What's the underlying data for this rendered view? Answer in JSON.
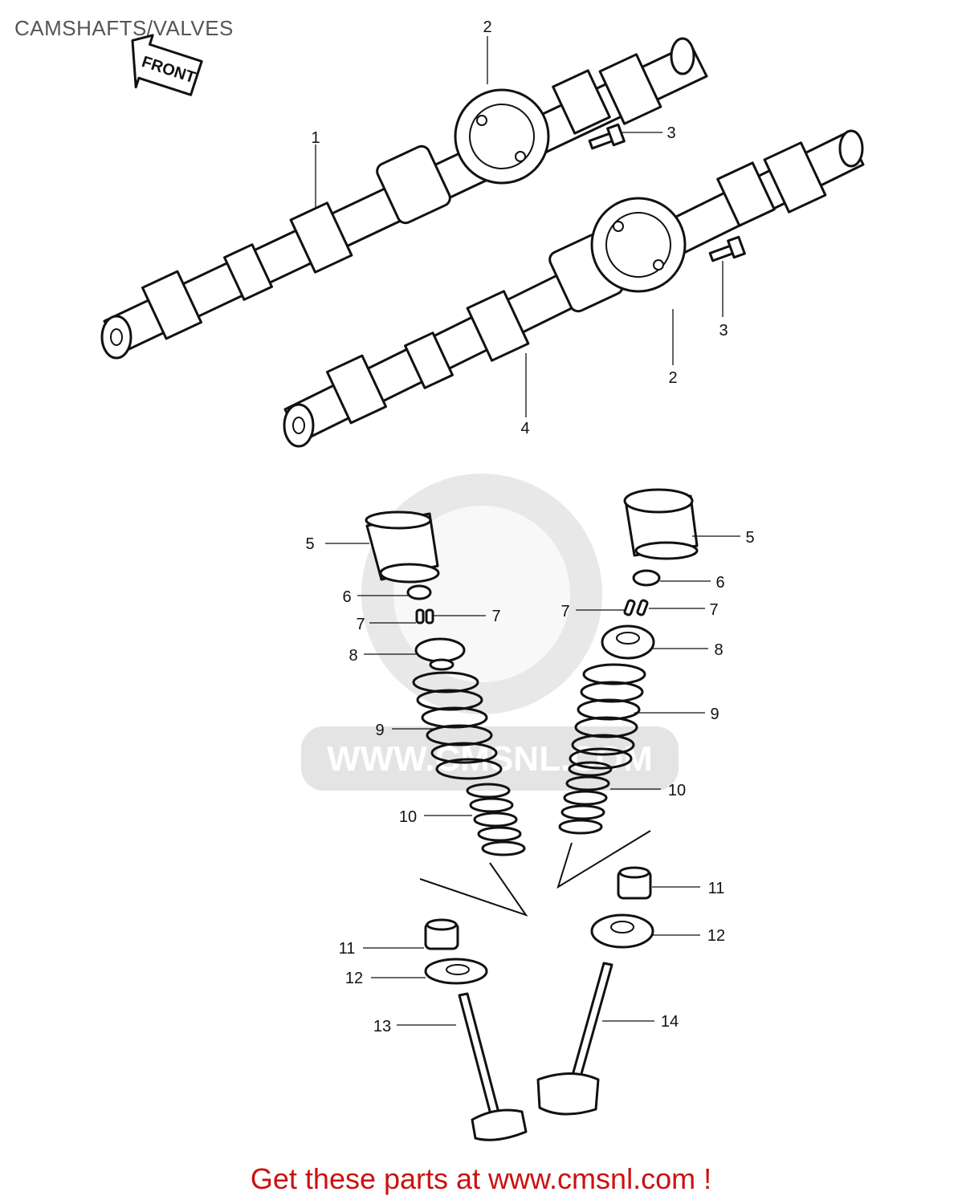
{
  "page": {
    "title": "CAMSHAFTS/VALVES",
    "front_label": "FRONT",
    "watermark": "WWW.CMSNL.COM",
    "call_to_action": "Get these parts at www.cmsnl.com !"
  },
  "colors": {
    "title": "#555555",
    "cta": "#cc1111",
    "line": "#111111",
    "watermark": "#d9d9d9"
  },
  "callouts": [
    {
      "id": "c1",
      "label": "1"
    },
    {
      "id": "c2a",
      "label": "2"
    },
    {
      "id": "c3a",
      "label": "3"
    },
    {
      "id": "c3b",
      "label": "3"
    },
    {
      "id": "c2b",
      "label": "2"
    },
    {
      "id": "c4",
      "label": "4"
    },
    {
      "id": "c5a",
      "label": "5"
    },
    {
      "id": "c5b",
      "label": "5"
    },
    {
      "id": "c6a",
      "label": "6"
    },
    {
      "id": "c6b",
      "label": "6"
    },
    {
      "id": "c7a",
      "label": "7"
    },
    {
      "id": "c7b",
      "label": "7"
    },
    {
      "id": "c7c",
      "label": "7"
    },
    {
      "id": "c7d",
      "label": "7"
    },
    {
      "id": "c8a",
      "label": "8"
    },
    {
      "id": "c8b",
      "label": "8"
    },
    {
      "id": "c9a",
      "label": "9"
    },
    {
      "id": "c9b",
      "label": "9"
    },
    {
      "id": "c10a",
      "label": "10"
    },
    {
      "id": "c10b",
      "label": "10"
    },
    {
      "id": "c11a",
      "label": "11"
    },
    {
      "id": "c11b",
      "label": "11"
    },
    {
      "id": "c12a",
      "label": "12"
    },
    {
      "id": "c12b",
      "label": "12"
    },
    {
      "id": "c13",
      "label": "13"
    },
    {
      "id": "c14",
      "label": "14"
    }
  ]
}
